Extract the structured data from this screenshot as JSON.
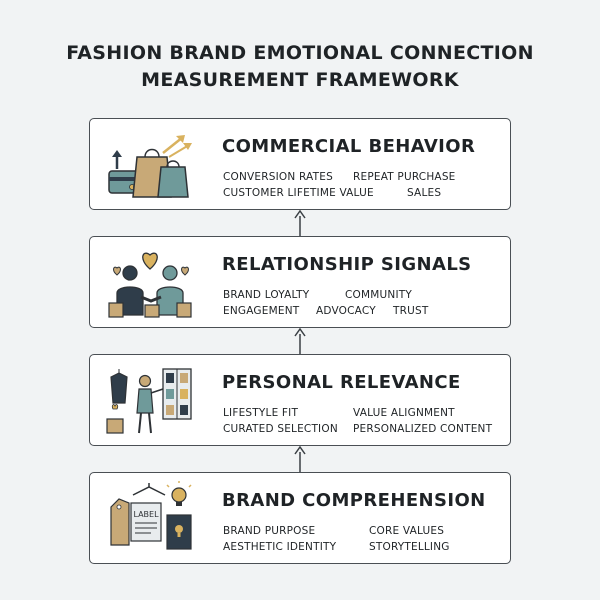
{
  "title": {
    "line1": "FASHION BRAND EMOTIONAL CONNECTION",
    "line2": "MEASUREMENT FRAMEWORK"
  },
  "layers": [
    {
      "heading": "COMMERCIAL BEHAVIOR",
      "icon": "shopping-bags-credit-card-growth-arrows-icon",
      "terms": [
        "CONVERSION RATES",
        "REPEAT PURCHASE",
        "CUSTOMER LIFETIME VALUE",
        "SALES"
      ]
    },
    {
      "heading": "RELATIONSHIP SIGNALS",
      "icon": "handshake-hearts-icon",
      "terms": [
        "BRAND LOYALTY",
        "COMMUNITY",
        "ENGAGEMENT",
        "ADVOCACY",
        "TRUST"
      ]
    },
    {
      "heading": "PERSONAL RELEVANCE",
      "icon": "shopper-browsing-wardrobe-icon",
      "terms": [
        "LIFESTYLE FIT",
        "VALUE ALIGNMENT",
        "CURATED SELECTION",
        "PERSONALIZED CONTENT"
      ]
    },
    {
      "heading": "BRAND COMPREHENSION",
      "icon": "label-tag-lightbulb-book-icon",
      "terms": [
        "BRAND PURPOSE",
        "CORE VALUES",
        "AESTHETIC IDENTITY",
        "STORYTELLING"
      ]
    }
  ],
  "labels": {
    "tag_text": "LABEL"
  },
  "colors": {
    "outline": "#2e3236",
    "navy": "#2f3d4a",
    "teal": "#6f9a9a",
    "tan": "#c8a977",
    "gold": "#d9b25f",
    "background": "#f1f3f4"
  }
}
